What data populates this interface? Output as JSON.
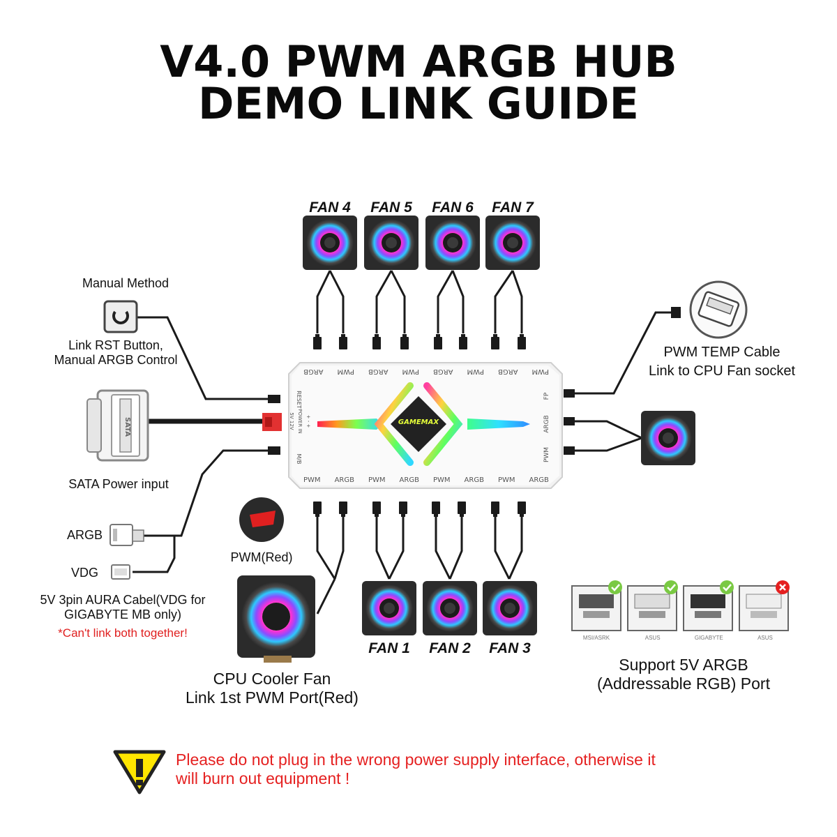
{
  "title": {
    "line1": "V4.0 PWM ARGB HUB",
    "line2": "DEMO LINK GUIDE"
  },
  "fans_top": [
    "FAN 4",
    "FAN 5",
    "FAN 6",
    "FAN 7"
  ],
  "fans_bottom": [
    "FAN 1",
    "FAN 2",
    "FAN 3"
  ],
  "hub": {
    "brand": "GAMEMAX",
    "top_ports": [
      "PWM",
      "ARGB",
      "PWM",
      "ARGB",
      "PWM",
      "ARGB",
      "PWM",
      "ARGB"
    ],
    "bottom_ports": [
      "PWM",
      "ARGB",
      "PWM",
      "ARGB",
      "PWM",
      "ARGB",
      "PWM",
      "ARGB"
    ],
    "left_labels": {
      "reset": "RESET",
      "power": "POWER IN",
      "power_sub": "+ - +",
      "power_volt": "5V 12V",
      "mb": "M/B"
    },
    "right_labels": [
      "FP",
      "ARGB",
      "PWM"
    ]
  },
  "left": {
    "manual_method": "Manual Method",
    "rst_line1": "Link RST Button,",
    "rst_line2": "Manual ARGB Control",
    "sata": "SATA Power input",
    "sata_plug_text": "SATA",
    "argb": "ARGB",
    "vdg": "VDG",
    "aura_line1": "5V 3pin AURA Cabel(VDG for",
    "aura_line2": "GIGABYTE MB only)",
    "cant_link": "*Can't link both together!"
  },
  "right": {
    "pwm_temp_line1": "PWM TEMP Cable",
    "pwm_temp_line2": "Link to CPU Fan socket",
    "support_line1": "Support 5V ARGB",
    "support_line2": "(Addressable RGB) Port",
    "mb_captions": [
      "MSI/ASRK",
      "ASUS",
      "GIGABYTE",
      "ASUS"
    ]
  },
  "cpu": {
    "pwm_red": "PWM(Red)",
    "line1": "CPU Cooler Fan",
    "line2": "Link 1st PWM Port(Red)"
  },
  "warning": {
    "line1": "Please do not plug in the wrong power supply interface, otherwise it",
    "line2": "will burn out equipment !"
  },
  "colors": {
    "warning_red": "#e52020",
    "hub_body": "#f2f2f2",
    "cable": "#1a1a1a"
  }
}
